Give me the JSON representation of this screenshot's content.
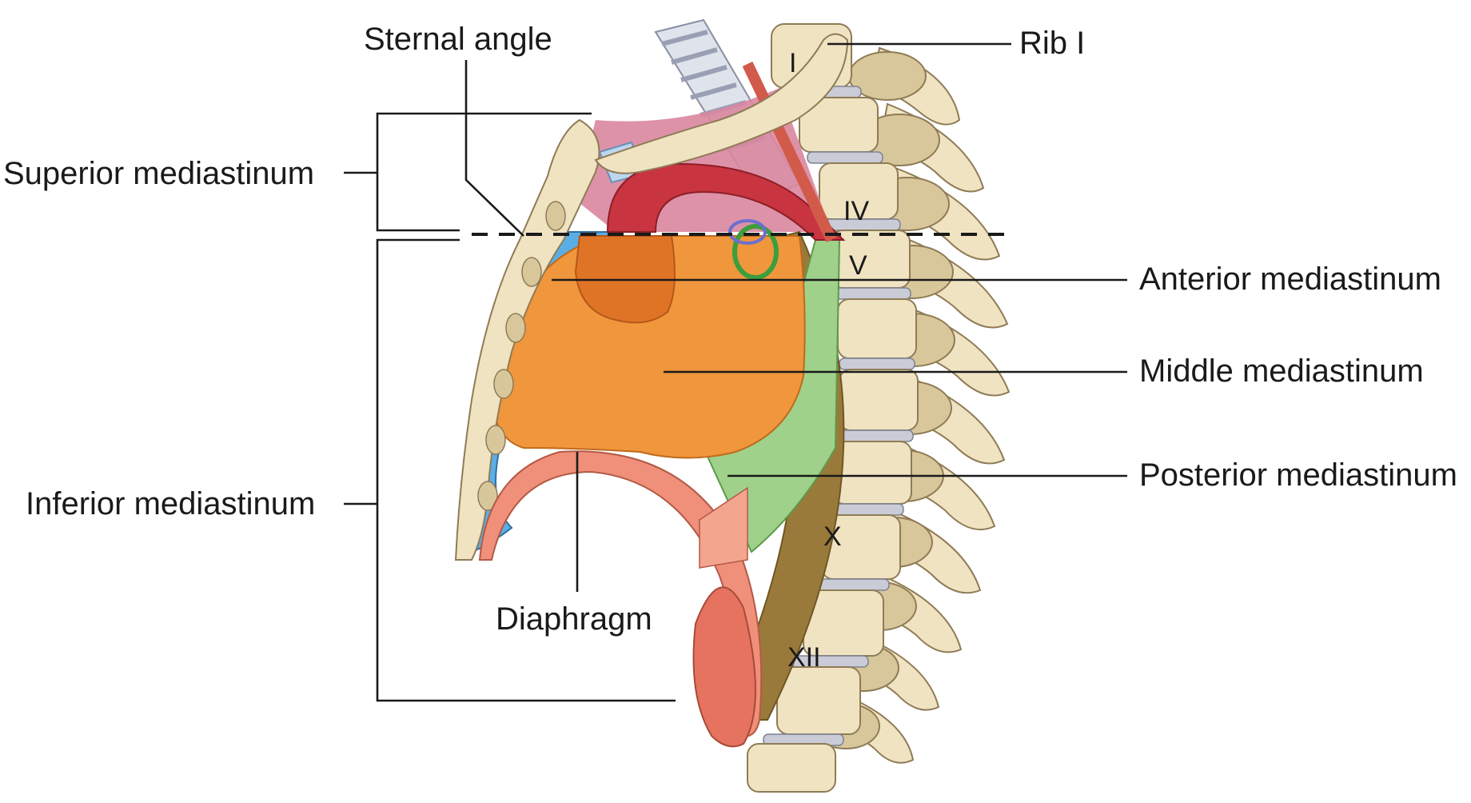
{
  "labels": {
    "sternal_angle": "Sternal angle",
    "rib_1": "Rib I",
    "superior_mediastinum": "Superior mediastinum",
    "inferior_mediastinum": "Inferior mediastinum",
    "anterior_mediastinum": "Anterior mediastinum",
    "middle_mediastinum": "Middle mediastinum",
    "posterior_mediastinum": "Posterior mediastinum",
    "diaphragm": "Diaphragm"
  },
  "vertebra_labels": {
    "v1": "I",
    "v4": "IV",
    "v5": "V",
    "v10": "X",
    "v12": "XII"
  },
  "colors": {
    "superior_region": "#d9869f",
    "anterior_region": "#5aaee6",
    "middle_region": "#f0963c",
    "posterior_region": "#9fd18a",
    "aorta": "#c8343f",
    "esophagus": "#9a7a3a",
    "bone": "#efe3c2",
    "diaphragm": "#f08f7a"
  }
}
